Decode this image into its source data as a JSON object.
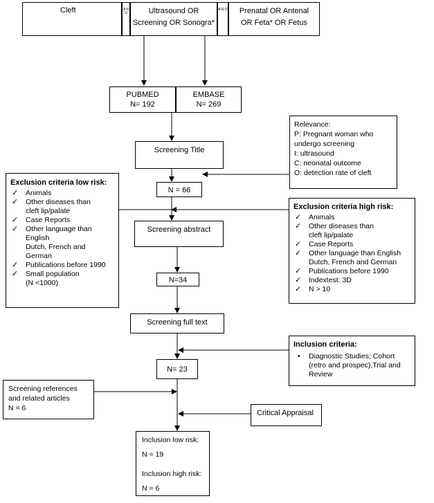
{
  "search": {
    "cleft": "Cleft",
    "and1": "A N D",
    "ultrasound_line1": "Ultrasound OR",
    "ultrasound_line2": "Screening OR Sonogra*",
    "and2": "A N D",
    "prenatal_line1": "Prenatal OR Antenal",
    "prenatal_line2": "OR Feta* OR Fetus"
  },
  "databases": {
    "pubmed_name": "PUBMED",
    "pubmed_n": "N= 192",
    "embase_name": "EMBASE",
    "embase_n": "N= 269"
  },
  "relevance": {
    "title": "Relevance:",
    "lines": [
      "P: Pregnant woman who",
      "undergo screening",
      "I: ultrasound",
      "C: neonatal outcome",
      "O: detection rate of cleft"
    ]
  },
  "steps": {
    "screening_title": "Screening Title",
    "n66": "N = 66",
    "screening_abstract": "Screening abstract",
    "n34": "N=34",
    "screening_full_text": "Screening full text",
    "n23": "N= 23"
  },
  "exclusion_low": {
    "title": "Exclusion criteria low risk:",
    "items": [
      "Animals",
      "Other diseases than",
      "cleft lip/palate",
      "Case Reports",
      "Other language than",
      "English",
      "Dutch,  French and",
      "German",
      "Publications before 1990",
      "Small population",
      "(N <1000)"
    ]
  },
  "exclusion_high": {
    "title": "Exclusion criteria high risk:",
    "items": [
      "Animals",
      "Other diseases than",
      "cleft lip/palate",
      "Case Reports",
      "Other language than English",
      "Dutch,  French and German",
      "Publications before 1990",
      "Indextest: 3D",
      "N > 10"
    ]
  },
  "inclusion": {
    "title": "Inclusion criteria:",
    "lines": [
      "Diagnostic Studies; Cohort",
      "(retro and prospec),Trial and",
      "Review"
    ]
  },
  "references": {
    "lines": [
      "Screening references",
      "and related articles",
      "N = 6"
    ]
  },
  "critical": "Critical Appraisal",
  "final": {
    "low_label": "Inclusion low risk:",
    "low_n": "N = 19",
    "high_label": "Inclusion high risk:",
    "high_n": "N = 6"
  }
}
